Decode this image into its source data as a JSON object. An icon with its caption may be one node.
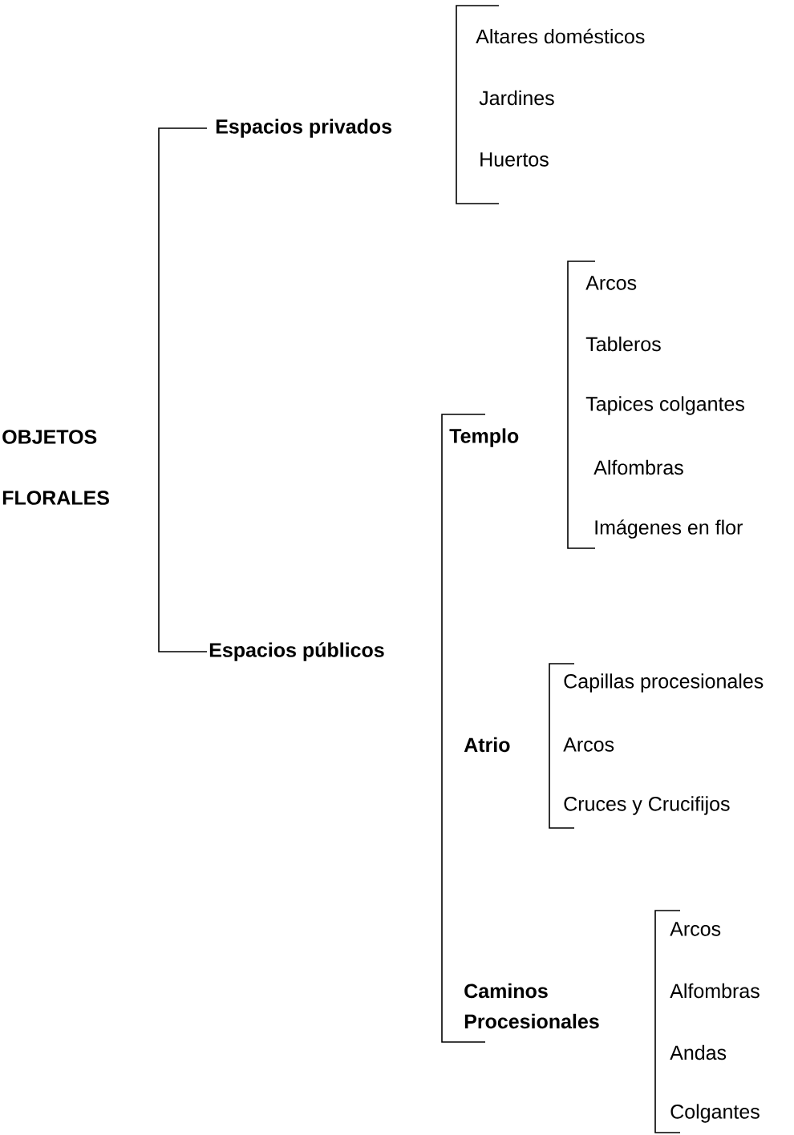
{
  "diagram": {
    "labels": [
      "OBJETOS FLORALES",
      "Espacios privados",
      "Altares domésticos",
      "Jardines",
      "Huertos",
      "Espacios públicos",
      "Templo",
      "Arcos",
      "Tableros",
      "Tapices colgantes",
      "Alfombras",
      "Imágenes en flor",
      "Atrio",
      "Capillas procesionales",
      "Arcos",
      "Cruces y Crucifijos",
      "Caminos Procesionales",
      "Arcos",
      "Alfombras",
      "Andas",
      "Colgantes"
    ]
  }
}
